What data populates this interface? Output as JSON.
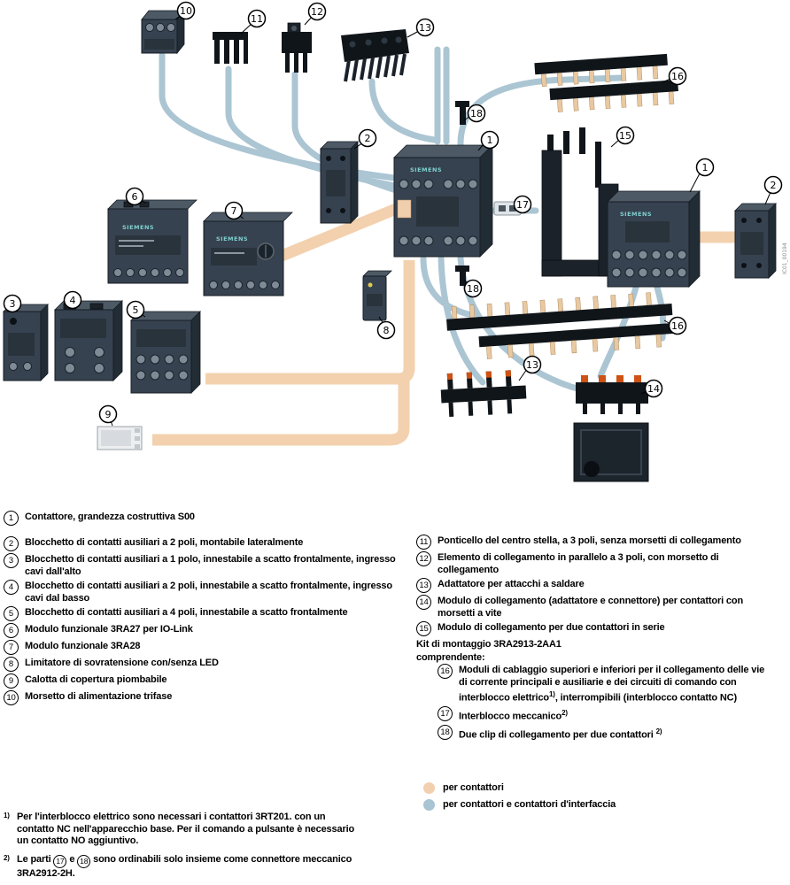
{
  "diagram": {
    "brand": "SIEMENS",
    "watermark": "IC01_00194",
    "numbers": [
      "1",
      "2",
      "3",
      "4",
      "5",
      "6",
      "7",
      "8",
      "9",
      "10",
      "11",
      "12",
      "13",
      "14",
      "15",
      "16",
      "17",
      "18"
    ]
  },
  "legend": {
    "left": [
      {
        "num": "1",
        "text": "Contattore, grandezza costruttiva S00"
      },
      {
        "num": "2",
        "text": "Blocchetto di contatti ausiliari a 2 poli, montabile lateralmente"
      },
      {
        "num": "3",
        "text": "Blocchetto di contatti ausiliari a 1 polo, innestabile a scatto frontalmente, ingresso cavi dall'alto"
      },
      {
        "num": "4",
        "text": "Blocchetto di contatti ausiliari a 2 poli, innestabile a scatto frontalmente, ingresso cavi dal basso"
      },
      {
        "num": "5",
        "text": "Blocchetto di contatti ausiliari a 4 poli, innestabile a scatto frontalmente"
      },
      {
        "num": "6",
        "text": "Modulo funzionale 3RA27 per IO-Link"
      },
      {
        "num": "7",
        "text": "Modulo funzionale 3RA28"
      },
      {
        "num": "8",
        "text": "Limitatore di sovratensione con/senza LED"
      },
      {
        "num": "9",
        "text": "Calotta di copertura piombabile"
      },
      {
        "num": "10",
        "text": "Morsetto di alimentazione trifase"
      }
    ],
    "right": [
      {
        "num": "11",
        "text": "Ponticello del centro stella, a 3 poli, senza morsetti di collegamento"
      },
      {
        "num": "12",
        "text": "Elemento di collegamento in parallelo a 3 poli, con morsetto di collegamento"
      },
      {
        "num": "13",
        "text": "Adattatore per attacchi a saldare"
      },
      {
        "num": "14",
        "text": "Modulo di collegamento (adattatore e connettore) per contattori con morsetti a vite"
      },
      {
        "num": "15",
        "text": "Modulo di collegamento per due contattori in serie"
      }
    ],
    "kit": {
      "title": "Kit di montaggio 3RA2913-2AA1",
      "subtitle": "comprendente:",
      "item16": {
        "num": "16",
        "text_a": "Moduli di cablaggio superiori e inferiori per il collegamento delle vie di corrente principali e ausiliarie e dei circuiti di comando con interblocco elettrico",
        "sup": "1)",
        "text_b": ", interrompibili (interblocco contatto NC)"
      },
      "item17": {
        "num": "17",
        "text": "Interblocco meccanico",
        "sup": "2)"
      },
      "item18": {
        "num": "18",
        "text": "Due clip di collegamento per due contattori",
        "sup": "2)"
      }
    },
    "colors": [
      {
        "hex": "#f2cfae",
        "text": "per contattori"
      },
      {
        "hex": "#a9c4d2",
        "text": "per contattori e contattori d'interfaccia"
      }
    ]
  },
  "footnotes": {
    "f1": {
      "marker": "1)",
      "text": "Per l'interblocco elettrico sono necessari i contattori 3RT201. con un contatto NC nell'apparecchio base. Per il comando a pulsante è necessario un contatto NO aggiuntivo."
    },
    "f2": {
      "marker": "2)",
      "text_a": "Le parti",
      "num17": "17",
      "text_mid": "e",
      "num18": "18",
      "text_b": "sono ordinabili solo insieme come connettore meccanico 3RA2912-2H."
    }
  }
}
